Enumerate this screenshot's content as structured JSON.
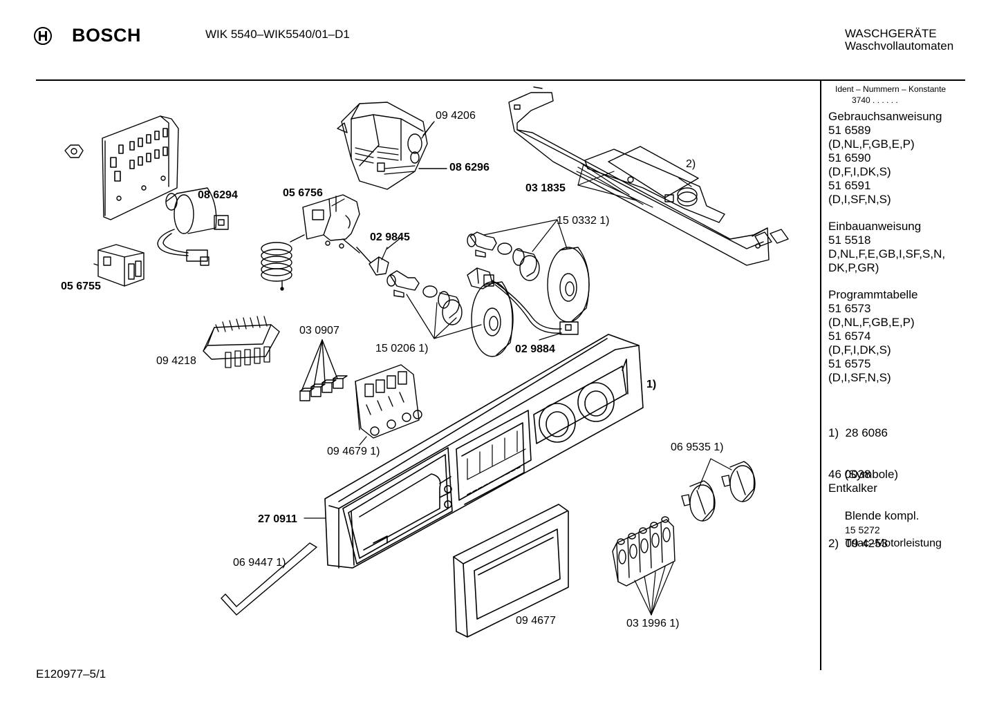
{
  "header": {
    "brand": "BOSCH",
    "model": "WIK 5540–WIK5540/01–D1",
    "category": "WASCHGERÄTE",
    "subcategory": "Waschvollautomaten"
  },
  "sidebar": {
    "ident_title": "Ident – Nummern – Konstante",
    "ident_value": "3740 . . . . . .",
    "sections": [
      {
        "lines": [
          "Gebrauchsanweisung",
          "51 6589",
          "(D,NL,F,GB,E,P)",
          "51 6590",
          "(D,F,I,DK,S)",
          "51 6591",
          "(D,I,SF,N,S)"
        ]
      },
      {
        "lines": [
          "Einbauanweisung",
          "51 5518",
          "D,NL,F,E,GB,I,SF,S,N,",
          "DK,P,GR)"
        ]
      },
      {
        "lines": [
          "Programmtabelle",
          "51 6573",
          "(D,NL,F,GB,E,P)",
          "51 6574",
          "(D,F,I,DK,S)",
          "51 6575",
          "(D,I,SF,N,S)"
        ]
      },
      {
        "lines": [
          "1)  28 6086",
          "     (Symbole)",
          "     Blende kompl."
        ]
      },
      {
        "lines": [
          "46 0038",
          "Entkalker"
        ]
      },
      {
        "lines": [
          "2)  09 4253"
        ]
      },
      {
        "small": [
          "15 5272"
        ],
        "lines": [
          "Triac–Motorleistung"
        ]
      }
    ]
  },
  "parts": {
    "p094206": "09 4206",
    "p086296": "08 6296",
    "p086294": "08 6294",
    "p056756": "05 6756",
    "p056755": "05 6755",
    "p029845": "02 9845",
    "p150332": "15 0332 1)",
    "p031835": "03 1835",
    "note2": "2)",
    "p094218": "09 4218",
    "p030907": "03 0907",
    "p150206": "15 0206 1)",
    "p029884": "02 9884",
    "note1": "1)",
    "p0946791": "09 4679 1)",
    "p069535": "06 9535 1)",
    "p270911": "27 0911",
    "p069447": "06 9447 1)",
    "p094677": "09 4677",
    "p031996": "03 1996 1)"
  },
  "footer": {
    "code": "E120977–5/1"
  }
}
